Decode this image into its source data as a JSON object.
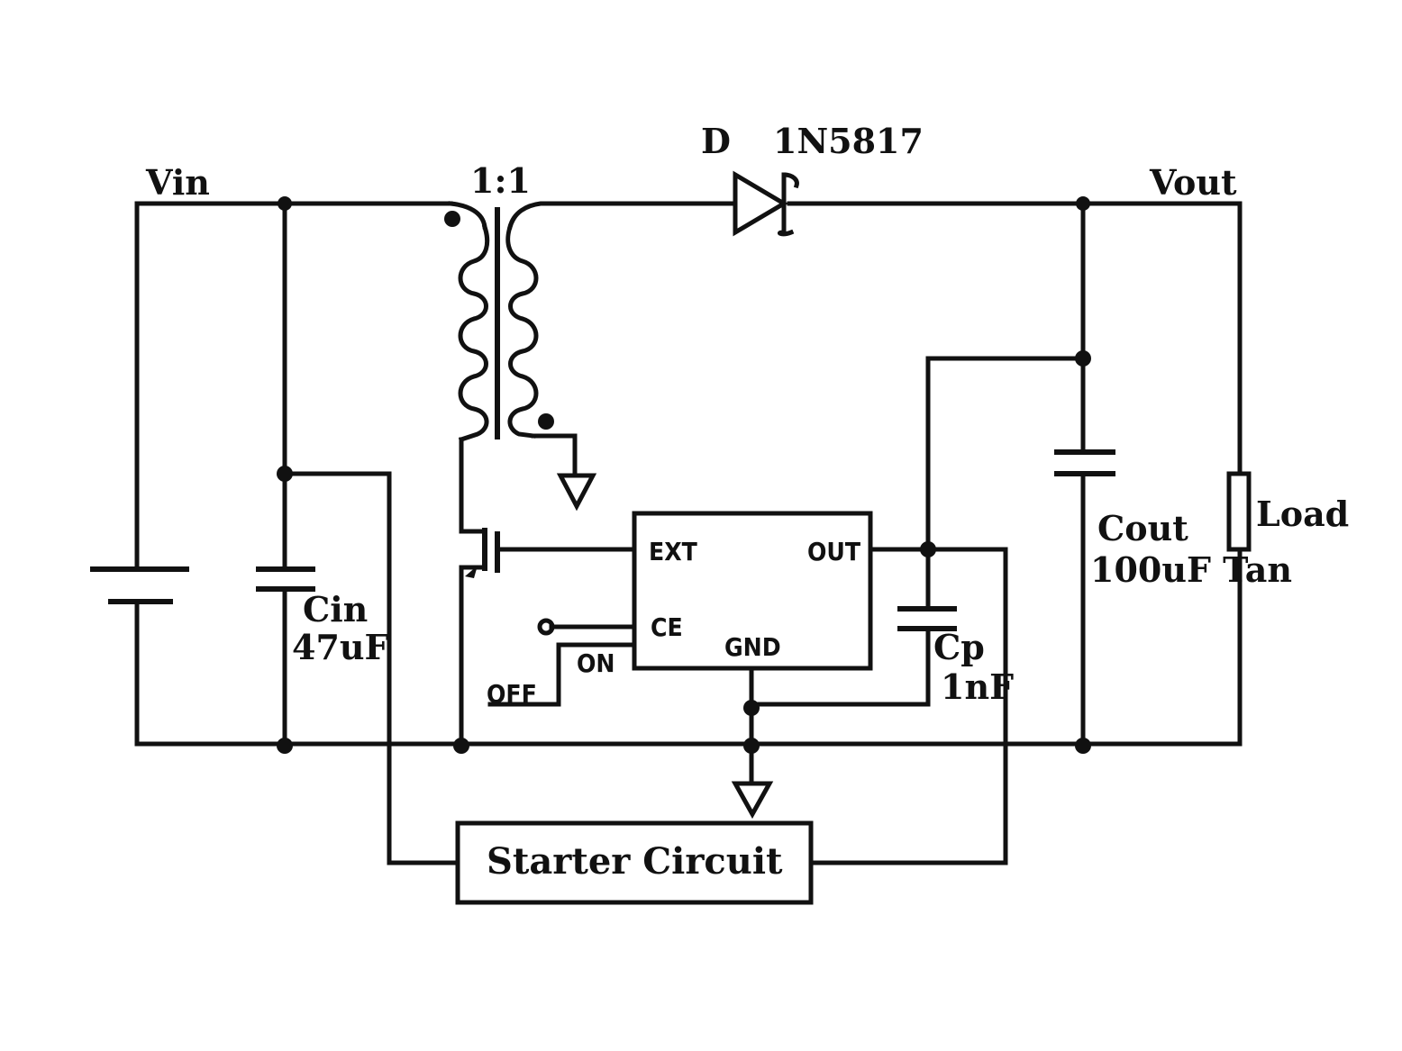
{
  "labels": {
    "vin": "Vin",
    "vout": "Vout",
    "transformer_ratio": "1:1",
    "diode_name": "D",
    "diode_part": "1N5817",
    "cin_name": "Cin",
    "cin_value": "47uF",
    "cout_name": "Cout",
    "cout_value": "100uF Tan",
    "load": "Load",
    "cp_name": "Cp",
    "cp_value": "1nF",
    "switch_on": "ON",
    "switch_off": "OFF",
    "starter": "Starter Circuit"
  },
  "ic": {
    "pins": {
      "ext": "EXT",
      "out": "OUT",
      "ce": "CE",
      "gnd": "GND"
    }
  },
  "colors": {
    "ink": "#111111",
    "background": "#ffffff"
  }
}
